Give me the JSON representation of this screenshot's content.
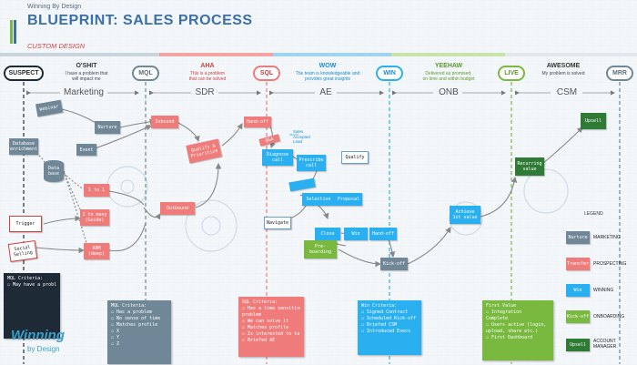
{
  "header": {
    "brand": "Winning By Design",
    "title": "BLUEPRINT: SALES PROCESS",
    "subtitle": "CUSTOM DESIGN"
  },
  "colors": {
    "suspect": "#1e2a36",
    "mql": "#6f8796",
    "sql": "#f07b7b",
    "win": "#2ab0f0",
    "live": "#79b940",
    "mrr": "#6f8796",
    "bar_red": "#f2a3a3",
    "bar_blue": "#9fd3f2",
    "bar_green": "#c9e3a8"
  },
  "stages": [
    {
      "id": "suspect",
      "label": "SUSPECT"
    },
    {
      "id": "mql",
      "label": "MQL"
    },
    {
      "id": "sql",
      "label": "SQL"
    },
    {
      "id": "win",
      "label": "WIN"
    },
    {
      "id": "live",
      "label": "LIVE"
    },
    {
      "id": "mrr",
      "label": "MRR"
    }
  ],
  "gaps": [
    {
      "heading": "O'SHIT",
      "sub": "I have a problem that\nwill impact me"
    },
    {
      "heading": "AHA",
      "sub": "This is a problem\nthat can be solved"
    },
    {
      "heading": "WOW",
      "sub": "The team is knowledgeable and\nprovides great insights"
    },
    {
      "heading": "YEEHAW",
      "sub": "Delivered as promised,\non time and within budget"
    },
    {
      "heading": "AWESOME",
      "sub": "My problem is solved"
    }
  ],
  "phases": [
    "Marketing",
    "SDR",
    "AE",
    "ONB",
    "CSM"
  ],
  "notes": {
    "webinar": "Webinar",
    "nurture": "Nurture",
    "event": "Event",
    "db_enrich": "Database\nenrichment",
    "database": "Data\nbase",
    "one_to_one": "1 to 1",
    "one_to_many": "1 to many\n(Guide)",
    "abm": "ABM\n(deep)",
    "trigger": "Trigger",
    "social": "Social\nSelling",
    "inbound": "Inbound",
    "outbound": "Outbound",
    "qualify": "Qualify &\nPrioritize",
    "handoff1": "Hand-off",
    "qa": "Q&A",
    "diagnose": "Diagnose\ncall",
    "prescribe": "Prescribe\ncall",
    "qualify2": "Qualify",
    "sal_label": "Sales\nAccepted\nLead",
    "selection": "Selection",
    "proposal": "Proposal",
    "navigate": "Navigate",
    "close": "Close",
    "win": "Win",
    "handoff2": "Hand-off",
    "preboarding": "Pre-\nboarding",
    "kickoff": "Kick-off",
    "achieve": "Achieve\n1st value",
    "recurring": "Recurring\nvalue",
    "upsell": "Upsell"
  },
  "criteria": {
    "mql": {
      "title": "MQL Criteria:",
      "lines": [
        "☐ May have a problem"
      ]
    },
    "mql2": {
      "title": "MQL Criteria:",
      "lines": [
        "☐ Has a problem",
        "☐ No sense of time",
        "☐ Matches profile",
        "   ☐ X",
        "   ☐ Y",
        "   ☐ Z"
      ]
    },
    "sql": {
      "title": "SQL Criteria:",
      "lines": [
        "☐ Has a time sensitive",
        "   problem",
        "☐ We can solve it",
        "☐ Matches profile",
        "☐ Is interested to talk",
        "☐ Briefed AE"
      ]
    },
    "win": {
      "title": "Win Criteria:",
      "lines": [
        "☐ Signed Contract",
        "☐ Scheduled Kick-off",
        "☐ Briefed CSM",
        "☐ Introduced Execs"
      ]
    },
    "value": {
      "title": "First Value",
      "lines": [
        "☐ Integration",
        "   Complete",
        "☐ Users active (login,",
        "   upload, share etc.)",
        "☐ First Dashboard"
      ]
    }
  },
  "legend": {
    "title": "LEGEND",
    "items": [
      {
        "chip": "Nurture",
        "label": "MARKETING",
        "color": "#6f8796"
      },
      {
        "chip": "Transfer",
        "label": "PROSPECTING",
        "color": "#f07b7b"
      },
      {
        "chip": "Win",
        "label": "WINNING",
        "color": "#2ab0f0"
      },
      {
        "chip": "Kick-off",
        "label": "ONBOARDING",
        "color": "#79b940"
      },
      {
        "chip": "Upsell",
        "label": "ACCOUNT\nMANAGER",
        "color": "#2f7a35"
      }
    ]
  },
  "logo": {
    "line1": "Winning",
    "line2": "by Design"
  }
}
